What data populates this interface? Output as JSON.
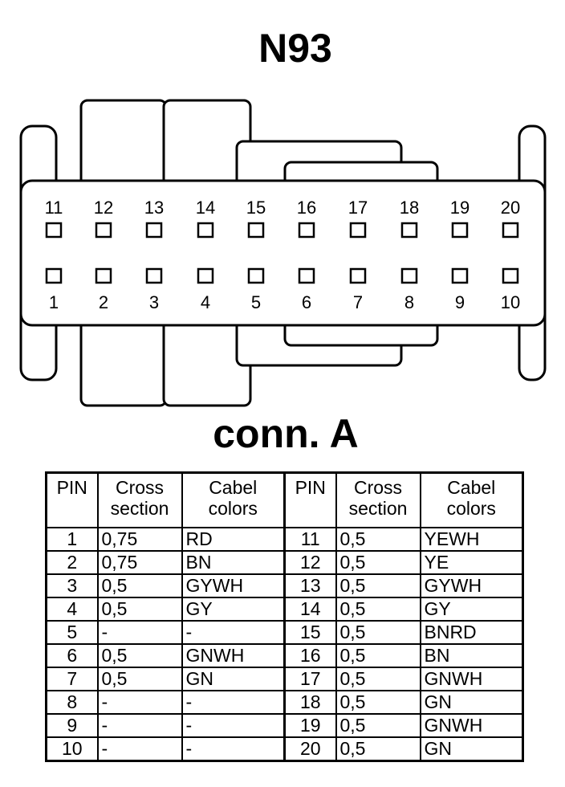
{
  "title": "N93",
  "subtitle": "conn. A",
  "pins_top": [
    "11",
    "12",
    "13",
    "14",
    "15",
    "16",
    "17",
    "18",
    "19",
    "20"
  ],
  "pins_bottom": [
    "1",
    "2",
    "3",
    "4",
    "5",
    "6",
    "7",
    "8",
    "9",
    "10"
  ],
  "table": {
    "headers": {
      "pin": "PIN",
      "cross_1": "Cross",
      "cross_2": "section",
      "colors_1": "Cabel",
      "colors_2": "colors"
    },
    "rows": [
      {
        "pin_a": "1",
        "cs_a": "0,75",
        "col_a": "RD",
        "pin_b": "11",
        "cs_b": "0,5",
        "col_b": "YEWH"
      },
      {
        "pin_a": "2",
        "cs_a": "0,75",
        "col_a": "BN",
        "pin_b": "12",
        "cs_b": "0,5",
        "col_b": "YE"
      },
      {
        "pin_a": "3",
        "cs_a": "0,5",
        "col_a": "GYWH",
        "pin_b": "13",
        "cs_b": "0,5",
        "col_b": "GYWH"
      },
      {
        "pin_a": "4",
        "cs_a": "0,5",
        "col_a": "GY",
        "pin_b": "14",
        "cs_b": "0,5",
        "col_b": "GY"
      },
      {
        "pin_a": "5",
        "cs_a": "-",
        "col_a": "-",
        "pin_b": "15",
        "cs_b": "0,5",
        "col_b": "BNRD"
      },
      {
        "pin_a": "6",
        "cs_a": "0,5",
        "col_a": "GNWH",
        "pin_b": "16",
        "cs_b": "0,5",
        "col_b": "BN"
      },
      {
        "pin_a": "7",
        "cs_a": "0,5",
        "col_a": "GN",
        "pin_b": "17",
        "cs_b": "0,5",
        "col_b": "GNWH"
      },
      {
        "pin_a": "8",
        "cs_a": "-",
        "col_a": "-",
        "pin_b": "18",
        "cs_b": "0,5",
        "col_b": "GN"
      },
      {
        "pin_a": "9",
        "cs_a": "-",
        "col_a": "-",
        "pin_b": "19",
        "cs_b": "0,5",
        "col_b": "GNWH"
      },
      {
        "pin_a": "10",
        "cs_a": "-",
        "col_a": "-",
        "pin_b": "20",
        "cs_b": "0,5",
        "col_b": "GN"
      }
    ]
  }
}
